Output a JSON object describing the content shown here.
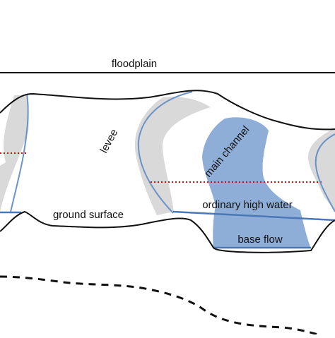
{
  "labels": {
    "floodplain": "floodplain",
    "levee": "levee",
    "main_channel": "main channel",
    "ordinary_high_water": "ordinary high water",
    "ground_surface": "ground surface",
    "base_flow": "base flow"
  },
  "colors": {
    "outline": "#111111",
    "levee_fill": "#d9d9d9",
    "channel_fill": "#8eaed8",
    "water_line": "#4a78b5",
    "high_water_line": "#cc1111"
  }
}
